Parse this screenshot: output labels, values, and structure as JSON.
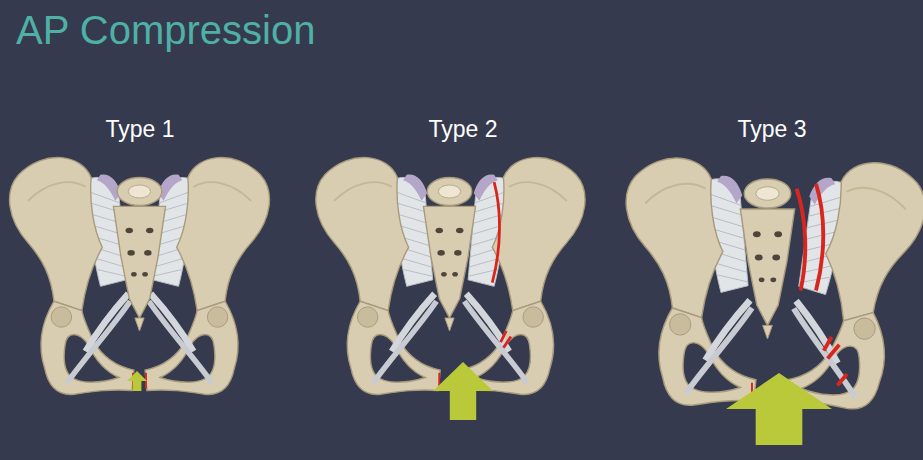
{
  "diagram": {
    "title": "AP Compression",
    "labels": [
      "Type 1",
      "Type 2",
      "Type 3"
    ]
  }
}
